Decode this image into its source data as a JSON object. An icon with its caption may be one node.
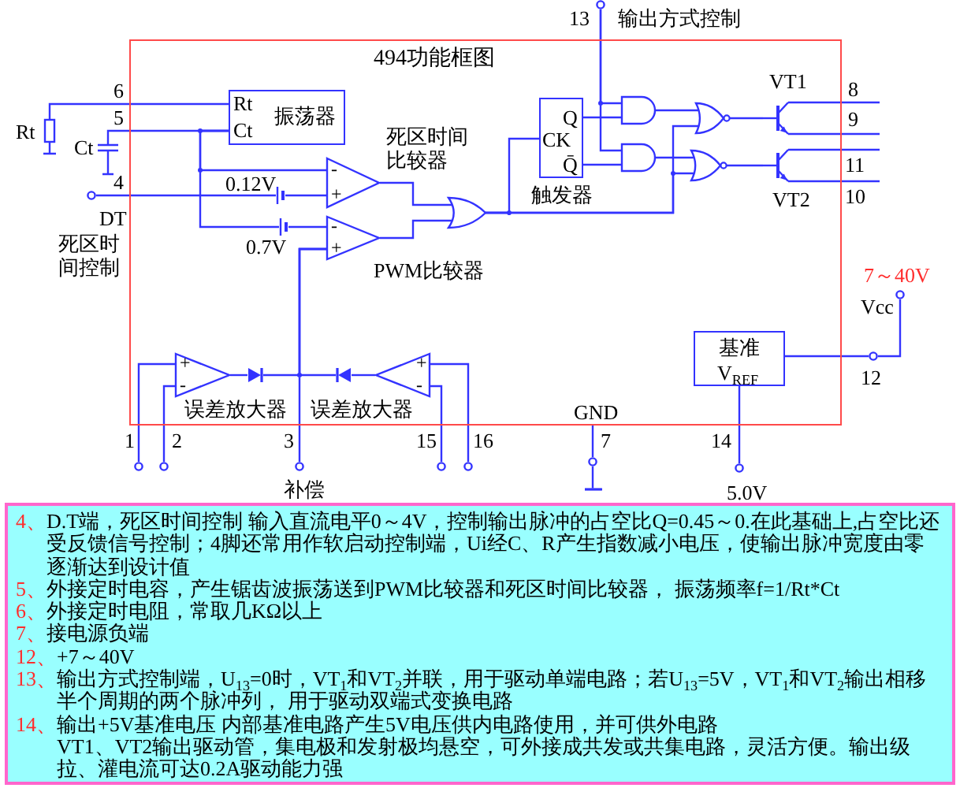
{
  "diagram": {
    "nodes": [
      {
        "text": [
          "494功能框图"
        ]
      },
      {
        "text": [
          "Rt",
          "Ct",
          "振荡器"
        ],
        "in": 0
      },
      {
        "text": [
          "-",
          "+"
        ],
        "beside": [
          "死区时间比较器"
        ],
        "in": 0
      },
      {
        "text": [],
        "shape": "battery",
        "beside": [
          "0.12V"
        ],
        "in": 0
      },
      {
        "text": [
          "-",
          "+"
        ],
        "beside": [
          "PWM比较器"
        ],
        "in": 0
      },
      {
        "text": [],
        "shape": "battery",
        "beside": [
          "0.7V"
        ],
        "in": 0
      },
      {
        "text": [],
        "shape": "gate",
        "in": 0
      },
      {
        "text": [
          "CK",
          "Q",
          "Q̄",
          "触发器"
        ],
        "in": 0
      },
      {
        "text": [],
        "shape": "gate",
        "in": 0
      },
      {
        "text": [],
        "shape": "gate",
        "in": 0
      },
      {
        "text": [],
        "shape": "gate",
        "in": 0
      },
      {
        "text": [],
        "shape": "gate",
        "in": 0
      },
      {
        "text": [],
        "shape": "transistor",
        "beside": [
          "VT1"
        ],
        "in": 0
      },
      {
        "text": [],
        "shape": "transistor",
        "beside": [
          "VT2"
        ],
        "in": 0
      },
      {
        "text": [
          "+",
          "-"
        ],
        "beside": [
          "误差放大器"
        ],
        "in": 0
      },
      {
        "text": [],
        "shape": "diode",
        "in": 0
      },
      {
        "text": [],
        "shape": "diode",
        "in": 0
      },
      {
        "text": [
          "+",
          "-"
        ],
        "beside": [
          "误差放大器"
        ],
        "in": 0
      },
      {
        "text": [
          "基准",
          "V$_{REF}$"
        ],
        "in": 0
      },
      {
        "text": [],
        "shape": "resistor",
        "beside": [
          "Rt"
        ]
      },
      {
        "text": [],
        "shape": "capacitor",
        "beside": [
          "Ct"
        ]
      },
      {
        "text": [],
        "shape": "circle",
        "beside": [
          "DT",
          "死区时间控制"
        ]
      },
      {
        "text": [],
        "shape": "circle",
        "beside": [
          "输出方式控制"
        ]
      },
      {
        "text": [],
        "shape": "circle",
        "beside": [
          "7～40V",
          "Vcc"
        ]
      },
      {
        "text": [],
        "shape": "circle"
      },
      {
        "text": [],
        "shape": "circle"
      },
      {
        "text": [],
        "shape": "circle"
      },
      {
        "text": [],
        "shape": "circle",
        "beside": [
          "补偿"
        ]
      },
      {
        "text": [],
        "shape": "circle"
      },
      {
        "text": [],
        "shape": "circle"
      },
      {
        "text": [],
        "shape": "circle"
      },
      {
        "text": [],
        "shape": "circle",
        "beside": [
          "5.0V"
        ]
      },
      {
        "text": [
          "4、",
          "D.T端，死区时间控制 输入直流电平0～4V，控制输出脉冲的占空比Q=0.45～0.在此基础上,占空比还受反馈信号控制；4脚还常用作软启动控制端，Ui经C、R产生指数减小电压，使输出脉冲宽度由零逐渐达到设计值",
          "5、",
          "外接定时电容，产生锯齿波振荡送到PWM比较器和死区时间比较器， 振荡频率f=1/Rt*Ct",
          "6、",
          "外接定时电阻，常取几KΩ以上",
          "7、",
          "接电源负端",
          "12、",
          "+7～40V",
          "13、",
          "输出方式控制端，U$_{13}$=0时，VT$_{1}$和VT$_{2}$并联，用于驱动单端电路；若U$_{13}$=5V，VT$_{1}$和VT$_{2}$输出相移半个周期的两个脉冲列， 用于驱动双端式变换电路",
          "14、",
          "输出+5V基准电压 内部基准电路产生5V电压供内电路使用，并可供外电路",
          "VT1、VT2输出驱动管，集电极和发射极均悬空，可外接成共发或共集电路，灵活方便。输出级拉、灌电流可达0.2A驱动能力强"
        ]
      },
      {
        "text": [],
        "shape": "bar"
      }
    ],
    "edges": [
      {
        "from": 19,
        "to": 1,
        "arrow": "none"
      },
      {
        "from": 20,
        "to": 1,
        "arrow": "none"
      },
      {
        "from": 1,
        "to": 2,
        "arrow": "none"
      },
      {
        "from": 1,
        "to": 5,
        "arrow": "none"
      },
      {
        "from": 5,
        "to": 4,
        "arrow": "none"
      },
      {
        "from": 21,
        "to": 3,
        "arrow": "none"
      },
      {
        "from": 3,
        "to": 2,
        "arrow": "none"
      },
      {
        "from": 2,
        "to": 6,
        "arrow": "none"
      },
      {
        "from": 4,
        "to": 6,
        "arrow": "none"
      },
      {
        "from": 6,
        "to": 7,
        "arrow": "none"
      },
      {
        "from": 6,
        "to": 10,
        "arrow": "none"
      },
      {
        "from": 6,
        "to": 11,
        "arrow": "none"
      },
      {
        "from": 7,
        "to": 8,
        "arrow": "none"
      },
      {
        "from": 7,
        "to": 9,
        "arrow": "none"
      },
      {
        "from": 22,
        "to": 8,
        "arrow": "none"
      },
      {
        "from": 22,
        "to": 9,
        "arrow": "none"
      },
      {
        "from": 8,
        "to": 10,
        "arrow": "none"
      },
      {
        "from": 9,
        "to": 11,
        "arrow": "none"
      },
      {
        "from": 10,
        "to": 12,
        "arrow": "none"
      },
      {
        "from": 11,
        "to": 13,
        "arrow": "none"
      },
      {
        "from": 12,
        "to": null,
        "arrow": "none"
      },
      {
        "from": 12,
        "to": null,
        "arrow": "none"
      },
      {
        "from": 13,
        "to": null,
        "arrow": "none"
      },
      {
        "from": 13,
        "to": null,
        "arrow": "none"
      },
      {
        "from": 25,
        "to": 14,
        "arrow": "none"
      },
      {
        "from": 26,
        "to": 14,
        "arrow": "none"
      },
      {
        "from": 14,
        "to": 15,
        "arrow": "none"
      },
      {
        "from": 15,
        "to": 4,
        "arrow": "none"
      },
      {
        "from": 16,
        "to": 4,
        "arrow": "none"
      },
      {
        "from": 27,
        "to": 4,
        "arrow": "none"
      },
      {
        "from": 17,
        "to": 16,
        "arrow": "none"
      },
      {
        "from": 28,
        "to": 17,
        "arrow": "none"
      },
      {
        "from": 29,
        "to": 17,
        "arrow": "none"
      },
      {
        "from": 18,
        "to": 24,
        "arrow": "none"
      },
      {
        "from": 24,
        "to": 23,
        "arrow": "none"
      },
      {
        "from": 18,
        "to": 31,
        "arrow": "none"
      },
      {
        "from": 0,
        "to": 30,
        "arrow": "none"
      },
      {
        "from": 30,
        "to": 33,
        "arrow": "none"
      }
    ],
    "labels": [
      "13",
      "6",
      "5",
      "4",
      "8",
      "9",
      "11",
      "10",
      "12",
      "GND",
      "1",
      "2",
      "3",
      "15",
      "16",
      "7",
      "14"
    ]
  }
}
